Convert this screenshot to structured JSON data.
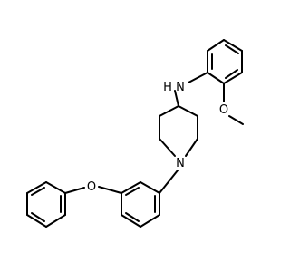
{
  "molecule": {
    "atoms": {
      "amine_N": "N",
      "amine_H": "H",
      "piperidine_N": "N",
      "methoxy_O": "O",
      "ether_O": "O"
    },
    "colors": {
      "bond": "#000000",
      "label": "#000000",
      "background": "#ffffff"
    }
  }
}
